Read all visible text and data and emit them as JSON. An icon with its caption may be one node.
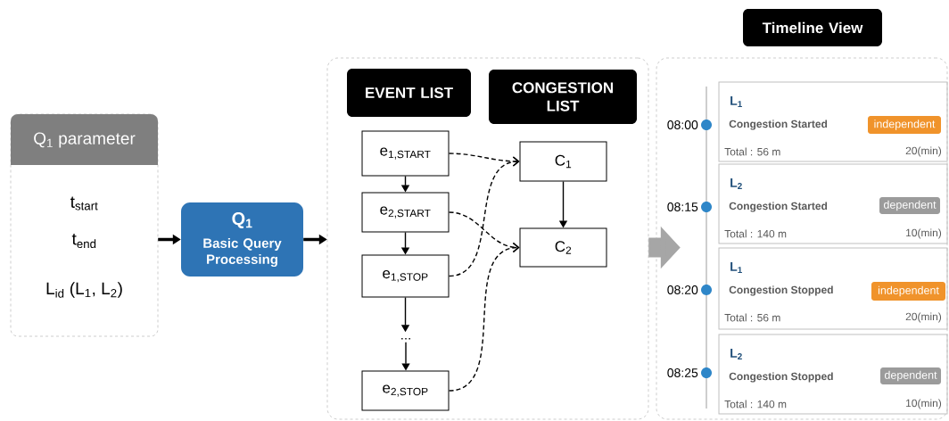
{
  "diagram": {
    "nodes": [
      {
        "text": [
          "Q$_{1}$ parameter",
          "t$_{start}$",
          "t$_{end}$",
          "L$_{id}$ (L$_{1}$, L$_{2}$)"
        ]
      },
      {
        "text": [
          "Q$_{1}$",
          "Basic Query Processing"
        ]
      },
      {
        "text": [],
        "shape": "box"
      },
      {
        "text": [
          "EVENT LIST"
        ],
        "in": 2
      },
      {
        "text": [
          "CONGESTION LIST"
        ],
        "in": 2
      },
      {
        "text": [
          "e$_{1,START}$"
        ],
        "in": 2
      },
      {
        "text": [
          "e$_{2,START}$"
        ],
        "in": 2
      },
      {
        "text": [
          "e$_{1,STOP}$"
        ],
        "in": 2
      },
      {
        "text": [
          "..."
        ],
        "in": 2
      },
      {
        "text": [
          "e$_{2,STOP}$"
        ],
        "in": 2
      },
      {
        "text": [
          "C$_{1}$"
        ],
        "in": 2
      },
      {
        "text": [
          "C$_{2}$"
        ],
        "in": 2
      },
      {
        "text": [
          "Timeline View"
        ]
      },
      {
        "text": [],
        "shape": "box"
      },
      {
        "text": [
          "L$_{1}$",
          "Congestion Started",
          "Total : 56 m",
          "20(min)"
        ],
        "in": 13
      },
      {
        "text": [
          "independent"
        ],
        "in": 14
      },
      {
        "text": [
          "L$_{2}$",
          "Congestion Started",
          "Total : 140 m",
          "10(min)"
        ],
        "in": 13
      },
      {
        "text": [
          "dependent"
        ],
        "in": 16
      },
      {
        "text": [
          "L$_{1}$",
          "Congestion Stopped",
          "Total : 56 m",
          "20(min)"
        ],
        "in": 13
      },
      {
        "text": [
          "independent"
        ],
        "in": 18
      },
      {
        "text": [
          "L$_{2}$",
          "Congestion Stopped",
          "Total : 140 m",
          "10(min)"
        ],
        "in": 13
      },
      {
        "text": [
          "dependent"
        ],
        "in": 20
      }
    ],
    "edges": [
      {
        "from": 0,
        "to": 1,
        "arrow": "to",
        "style": "thick"
      },
      {
        "from": 1,
        "to": 2,
        "arrow": "to",
        "style": "thick"
      },
      {
        "from": 5,
        "to": 6,
        "arrow": "to"
      },
      {
        "from": 6,
        "to": 7,
        "arrow": "to"
      },
      {
        "from": 7,
        "to": 8,
        "arrow": "to"
      },
      {
        "from": 8,
        "to": 9,
        "arrow": "to"
      },
      {
        "from": 10,
        "to": 11,
        "arrow": "to"
      },
      {
        "from": 5,
        "to": 10,
        "arrow": "to",
        "style": "dashed"
      },
      {
        "from": 6,
        "to": 11,
        "arrow": "to",
        "style": "dashed"
      },
      {
        "from": 7,
        "to": 10,
        "arrow": "to",
        "style": "dashed"
      },
      {
        "from": 9,
        "to": 11,
        "arrow": "to",
        "style": "dashed"
      },
      {
        "from": 2,
        "to": 13,
        "arrow": "to",
        "style": "thick",
        "color": "#a6a6a6"
      }
    ],
    "labels": [
      "08:00",
      "08:15",
      "08:20",
      "08:25"
    ]
  }
}
